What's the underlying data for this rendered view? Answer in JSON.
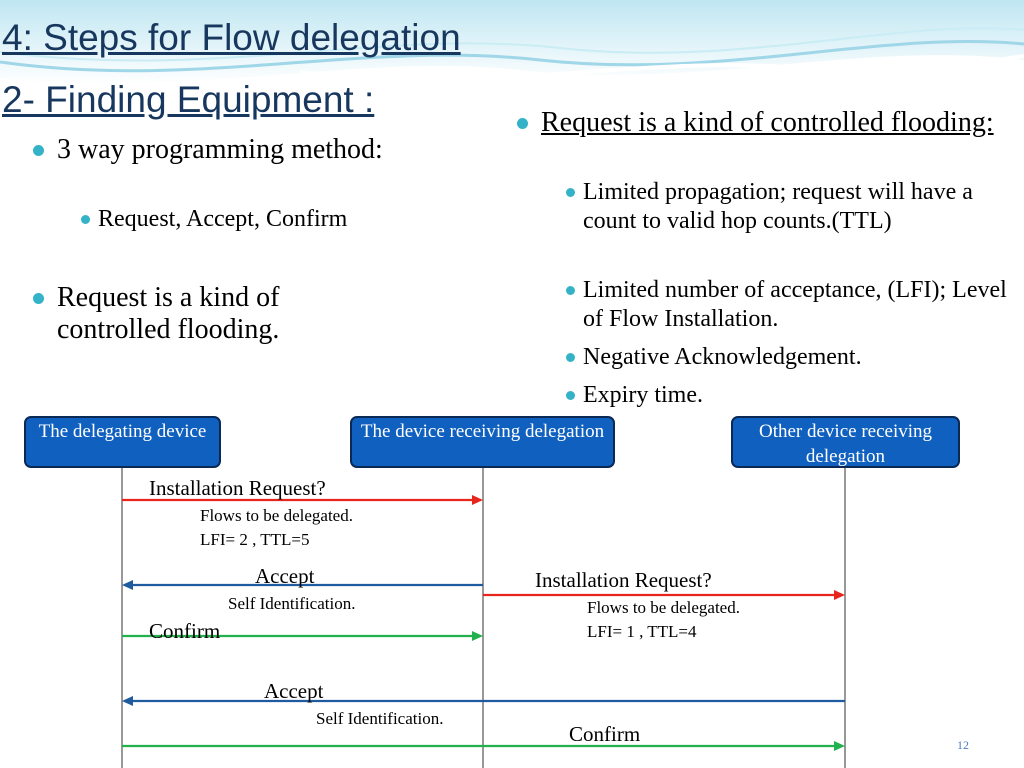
{
  "title": {
    "line1": "4: Steps for Flow delegation",
    "line2": "2- Finding Equipment :"
  },
  "left_bullets": [
    {
      "text": "3 way programming method:",
      "sub": [
        "Request, Accept, Confirm"
      ]
    },
    {
      "text": "Request is a kind of controlled flooding."
    }
  ],
  "right": {
    "heading": "Request is a kind of controlled flooding:",
    "items": [
      "Limited propagation; request will have a count to valid hop counts.(TTL)",
      "Limited number of acceptance, (LFI); Level of Flow Installation.",
      "Negative Acknowledgement.",
      "Expiry time."
    ]
  },
  "actors": [
    "The delegating device",
    "The device receiving delegation",
    "Other device receiving delegation"
  ],
  "messages": [
    {
      "from": 0,
      "to": 1,
      "label": "Installation Request?",
      "details": [
        "Flows to be delegated.",
        "LFI= 2 , TTL=5"
      ],
      "color": "#e8251c"
    },
    {
      "from": 1,
      "to": 0,
      "label": "Accept",
      "details": [
        "Self Identification."
      ],
      "color": "#1f5b9e"
    },
    {
      "from": 1,
      "to": 2,
      "label": "Installation Request?",
      "details": [
        "Flows to be delegated.",
        "LFI= 1 , TTL=4"
      ],
      "color": "#e8251c"
    },
    {
      "from": 0,
      "to": 1,
      "label": "Confirm",
      "details": [],
      "color": "#22b14c"
    },
    {
      "from": 2,
      "to": 0,
      "label": "Accept",
      "details": [
        "Self Identification."
      ],
      "color": "#1f5b9e"
    },
    {
      "from": 0,
      "to": 2,
      "label": "Confirm",
      "details": [],
      "color": "#22b14c"
    }
  ],
  "page_number": "12",
  "colors": {
    "title": "#17375e",
    "bullet": "#34b3c8",
    "actor_fill": "#1060c0",
    "request": "#e8251c",
    "accept": "#1f5b9e",
    "confirm": "#22b14c"
  }
}
